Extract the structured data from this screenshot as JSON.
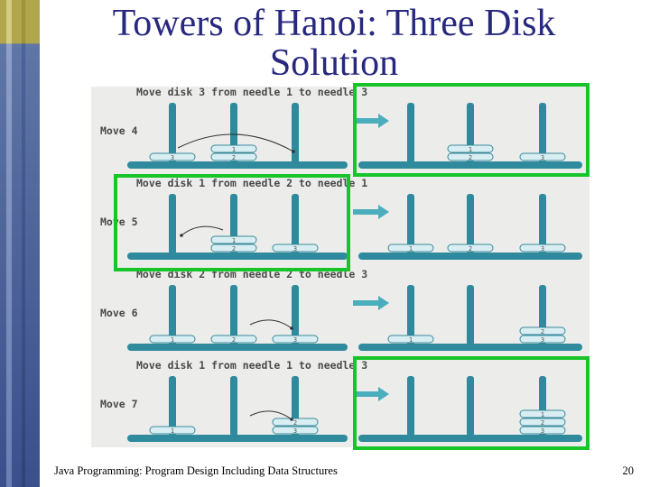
{
  "slide": {
    "title": "Towers of Hanoi: Three Disk Solution",
    "footer": "Java Programming: Program Design Including Data Structures",
    "page_number": "20"
  },
  "colors": {
    "title": "#27287e",
    "tower": "#2e8a9c",
    "disk_fill": "#d8eef2",
    "disk_stroke": "#3a8a9a",
    "arrow": "#4aaebd",
    "highlight": "#17c42a"
  },
  "moves": [
    {
      "label": "Move 4",
      "caption": "Move disk 3 from needle 1 to needle 3",
      "before": [
        [
          "3"
        ],
        [
          "2",
          "1"
        ],
        []
      ],
      "after": [
        [],
        [
          "2",
          "1"
        ],
        [
          "3"
        ]
      ],
      "curve": "right",
      "highlight": "after"
    },
    {
      "label": "Move 5",
      "caption": "Move disk 1 from needle 2 to needle 1",
      "before": [
        [],
        [
          "2",
          "1"
        ],
        [
          "3"
        ]
      ],
      "after": [
        [
          "1"
        ],
        [
          "2"
        ],
        [
          "3"
        ]
      ],
      "curve": "left",
      "highlight": "before"
    },
    {
      "label": "Move 6",
      "caption": "Move disk 2 from needle 2 to needle 3",
      "before": [
        [
          "1"
        ],
        [
          "2"
        ],
        [
          "3"
        ]
      ],
      "after": [
        [
          "1"
        ],
        [],
        [
          "3",
          "2"
        ]
      ],
      "curve": "right",
      "highlight": "none"
    },
    {
      "label": "Move 7",
      "caption": "Move disk 1 from needle 1 to needle 3",
      "before": [
        [
          "1"
        ],
        [],
        [
          "3",
          "2"
        ]
      ],
      "after": [
        [],
        [],
        [
          "3",
          "2",
          "1"
        ]
      ],
      "curve": "right",
      "highlight": "after"
    }
  ]
}
